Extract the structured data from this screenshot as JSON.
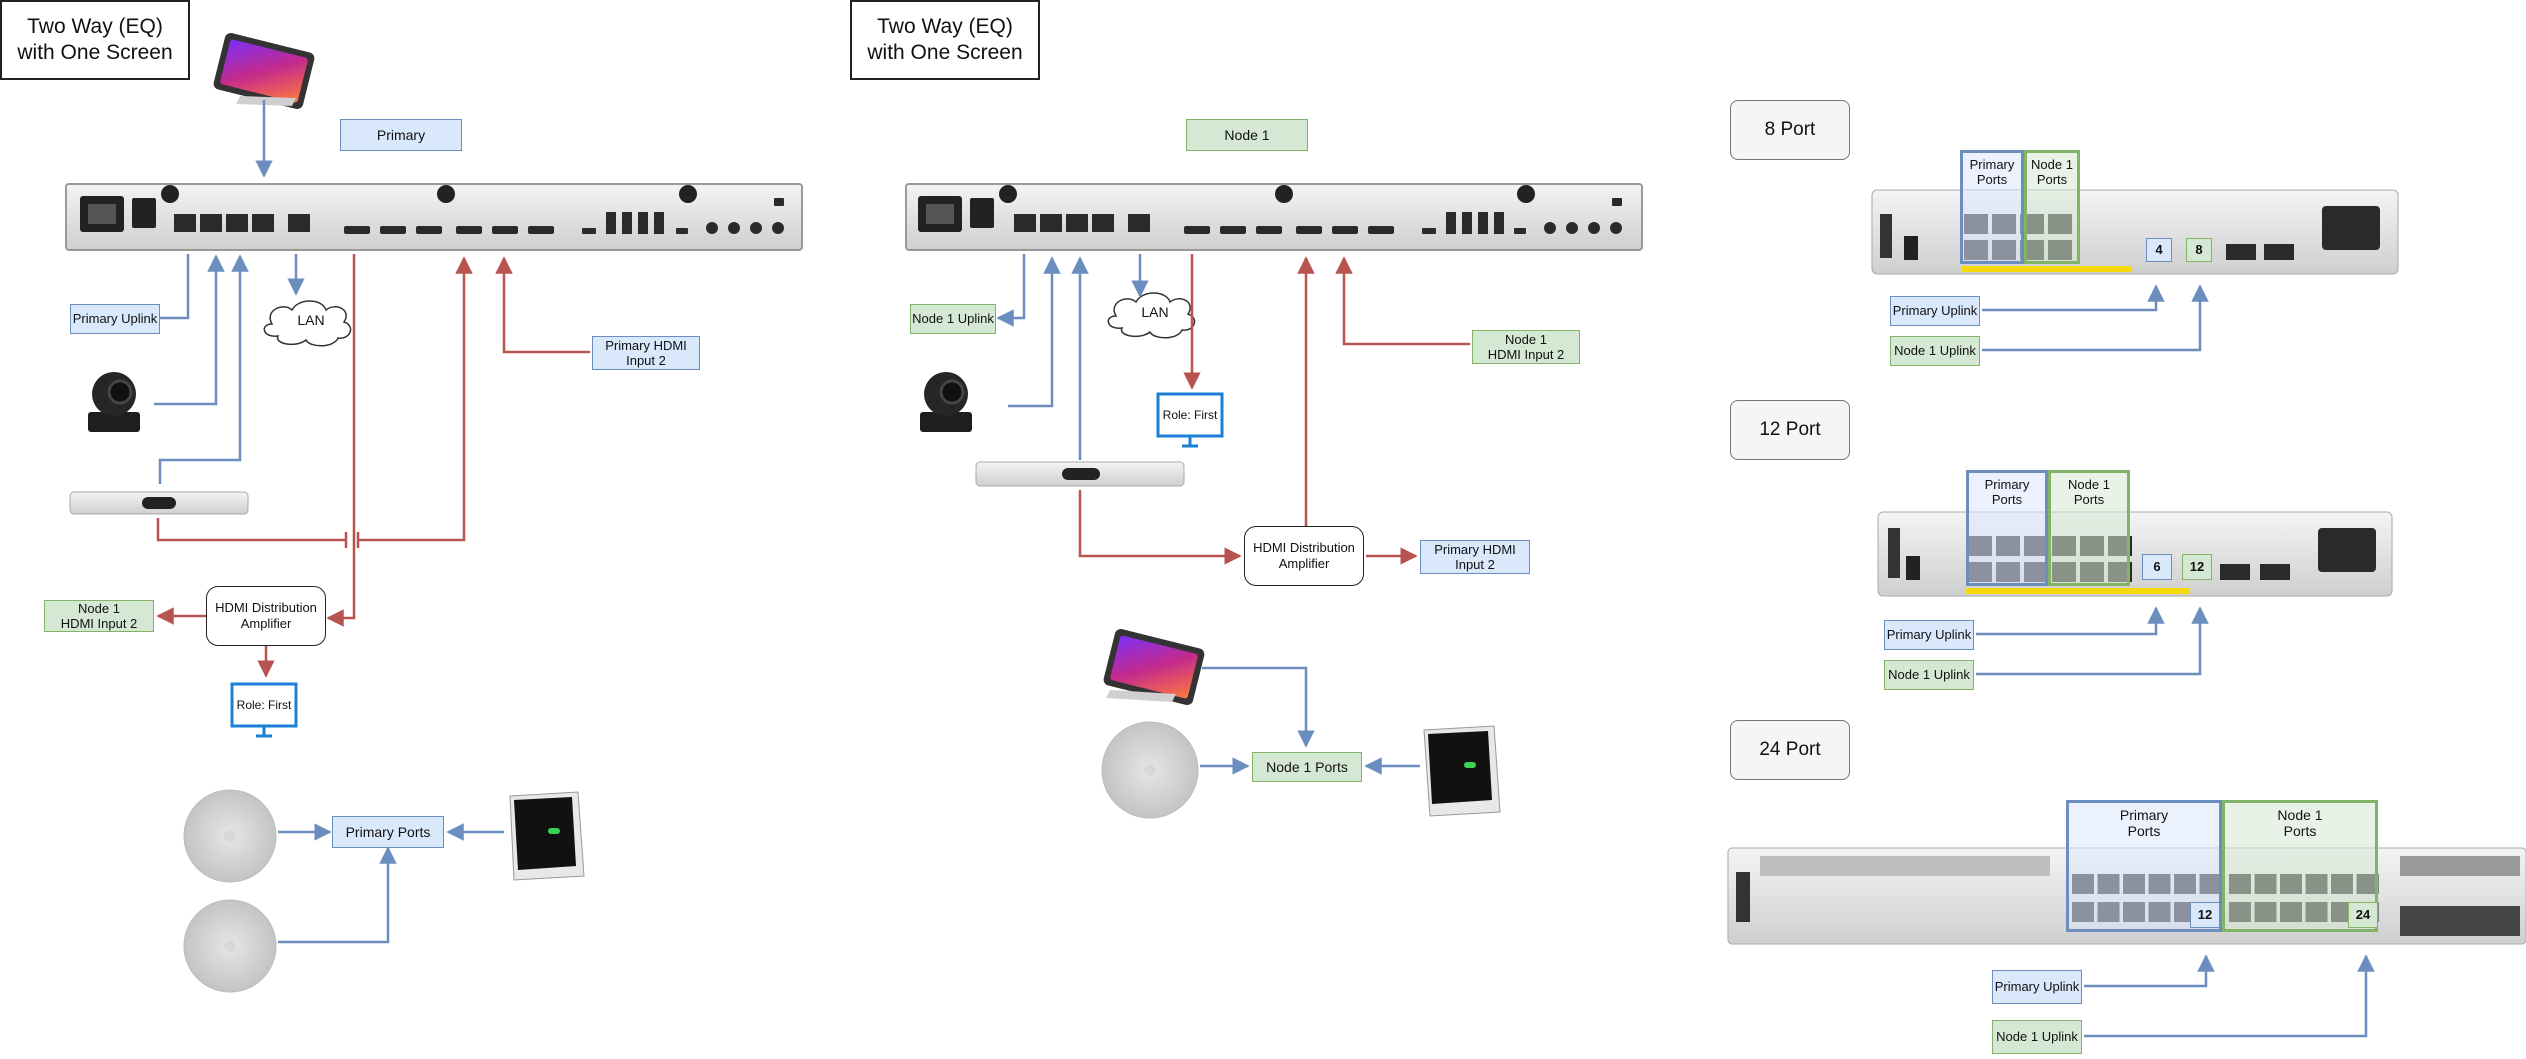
{
  "panels": {
    "left": {
      "title": "Two Way (EQ)\nwith One Screen",
      "role_label": "Primary",
      "primary_uplink": "Primary Uplink",
      "lan": "LAN",
      "primary_hdmi_input2": "Primary HDMI\nInput 2",
      "hdmi_da": "HDMI Distribution\nAmplifier",
      "node1_hdmi_input2": "Node 1\nHDMI Input 2",
      "screen_role": "Role: First",
      "primary_ports": "Primary Ports"
    },
    "middle": {
      "title": "Two Way (EQ)\nwith One Screen",
      "role_label": "Node 1",
      "node1_uplink": "Node 1 Uplink",
      "lan": "LAN",
      "node1_hdmi_input2": "Node 1\nHDMI Input 2",
      "screen_role": "Role: First",
      "hdmi_da": "HDMI Distribution\nAmplifier",
      "primary_hdmi_input2": "Primary HDMI\nInput 2",
      "node1_ports": "Node 1 Ports"
    },
    "right": {
      "switches": [
        {
          "label": "8 Port",
          "primary_ports": "Primary\nPorts",
          "node1_ports": "Node 1\nPorts",
          "uplink_port_a": "4",
          "uplink_port_b": "8",
          "primary_uplink": "Primary Uplink",
          "node1_uplink": "Node 1 Uplink"
        },
        {
          "label": "12 Port",
          "primary_ports": "Primary\nPorts",
          "node1_ports": "Node 1\nPorts",
          "uplink_port_a": "6",
          "uplink_port_b": "12",
          "primary_uplink": "Primary Uplink",
          "node1_uplink": "Node 1 Uplink"
        },
        {
          "label": "24 Port",
          "primary_ports": "Primary\nPorts",
          "node1_ports": "Node 1\nPorts",
          "uplink_port_a": "12",
          "uplink_port_b": "24",
          "primary_uplink": "Primary Uplink",
          "node1_uplink": "Node 1 Uplink"
        }
      ]
    }
  },
  "colors": {
    "network_line": "#6c8ebf",
    "hdmi_line": "#b85450",
    "primary_fill": "#dae8fc",
    "node1_fill": "#d5e8d4",
    "screen_border": "#1a7fd6"
  }
}
